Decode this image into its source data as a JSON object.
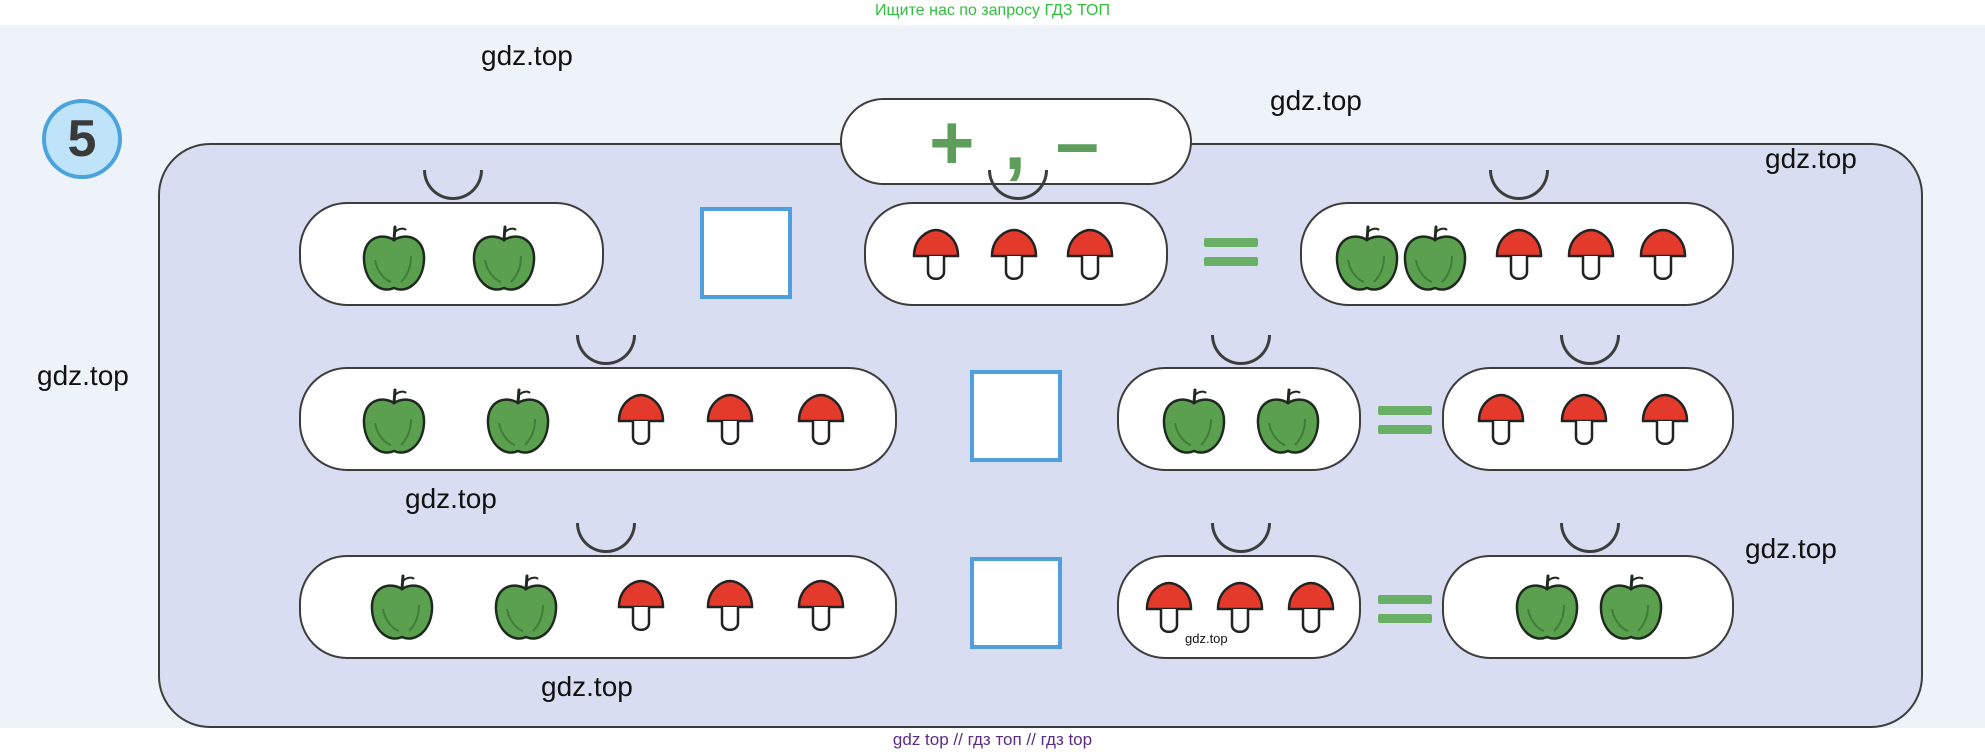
{
  "banner_top": "Ищите нас по запросу ГДЗ ТОП",
  "banner_bottom": "gdz top  //  гдз топ  //  гдз top",
  "task_number": "5",
  "signs": "+ , –",
  "watermark": "gdz.top",
  "colors": {
    "panel": "#d9ddf1",
    "apple": "#5aa04f",
    "mushroom_cap": "#e43a2b",
    "answer_box_border": "#4f9fdc",
    "equals": "#6aaf66"
  },
  "rows": [
    {
      "left_group": [
        "apple",
        "apple"
      ],
      "right_group": [
        "mushroom",
        "mushroom",
        "mushroom"
      ],
      "result_group": [
        "apple",
        "apple",
        "mushroom",
        "mushroom",
        "mushroom"
      ]
    },
    {
      "left_group": [
        "apple",
        "apple",
        "mushroom",
        "mushroom",
        "mushroom"
      ],
      "right_group": [
        "apple",
        "apple"
      ],
      "result_group": [
        "mushroom",
        "mushroom",
        "mushroom"
      ]
    },
    {
      "left_group": [
        "apple",
        "apple",
        "mushroom",
        "mushroom",
        "mushroom"
      ],
      "right_group": [
        "mushroom",
        "mushroom",
        "mushroom"
      ],
      "result_group": [
        "apple",
        "apple"
      ]
    }
  ]
}
